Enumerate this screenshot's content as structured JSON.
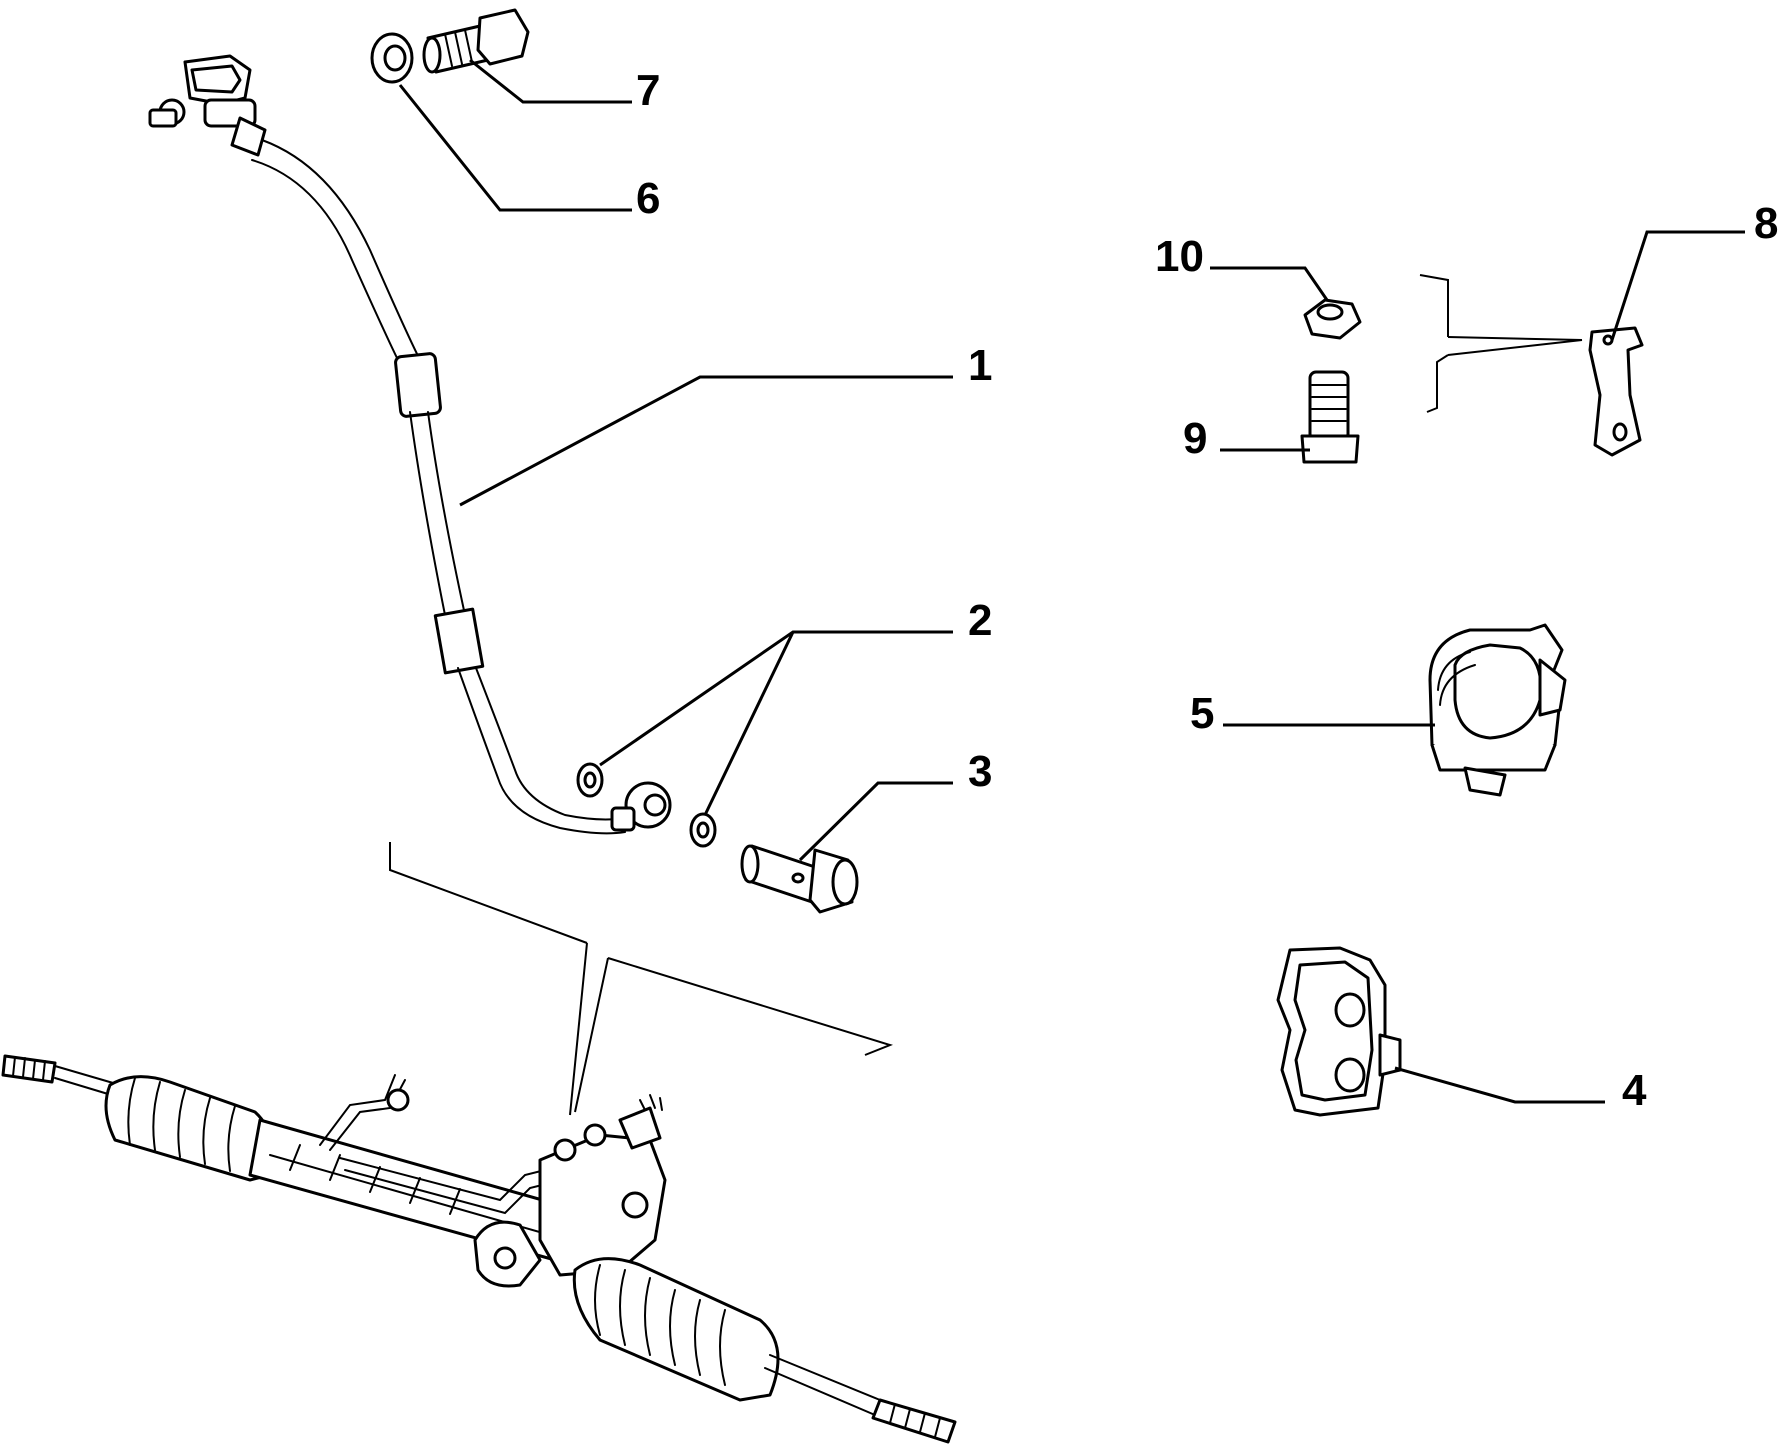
{
  "callouts": {
    "c1": "1",
    "c2": "2",
    "c3": "3",
    "c4": "4",
    "c5": "5",
    "c6": "6",
    "c7": "7",
    "c8": "8",
    "c9": "9",
    "c10": "10"
  },
  "colors": {
    "line": "#000000",
    "background": "#ffffff"
  },
  "parts": [
    "hose-assembly",
    "sealing-washer",
    "banjo-bolt",
    "steering-rack-bracket",
    "hose-clamp",
    "sealing-washer-upper",
    "banjo-bolt-upper",
    "support-bracket",
    "stud-bolt",
    "lock-nut",
    "steering-rack"
  ]
}
